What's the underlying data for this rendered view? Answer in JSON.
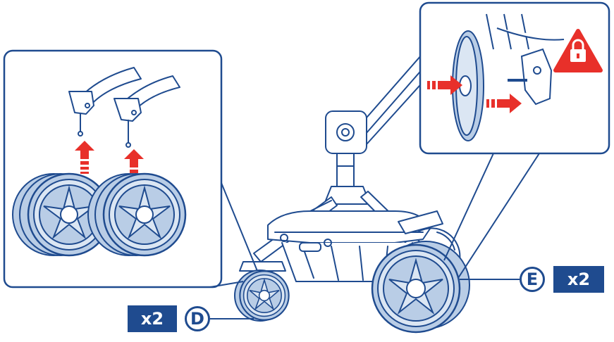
{
  "labels": {
    "rear_quantity": "x2",
    "rear_letter": "D",
    "front_quantity": "x2",
    "front_letter": "E"
  },
  "colors": {
    "line": "#1f4b8f",
    "wheel_fill": "#b9cde6",
    "wheel_light": "#dbe6f3",
    "arrow": "#e8302a",
    "tag_bg": "#1f4b8f",
    "warning_bg": "#e8302a"
  },
  "icons": [
    "arrow-up-icon",
    "arrow-right-icon",
    "warning-lock-icon"
  ]
}
